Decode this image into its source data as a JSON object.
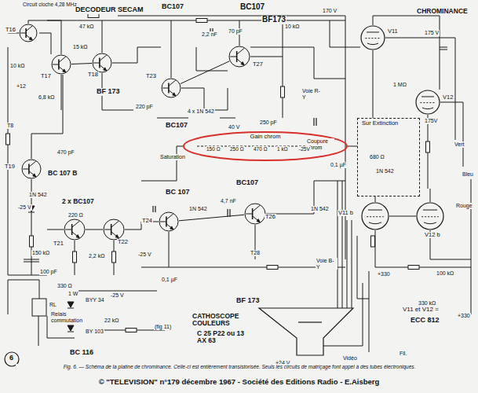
{
  "diagram": {
    "caption": "Fig. 6. — Schéma de la platine de chrominance. Celle-ci est entièrement transistorisée. Seuls les circuits de matriçage font appel à des tubes électroniques.",
    "nodes": [
      {
        "text": [
          "T16"
        ]
      },
      {
        "text": [
          "T17"
        ]
      },
      {
        "text": [
          "T18"
        ]
      },
      {
        "text": [
          "T19"
        ]
      },
      {
        "text": [
          "T21"
        ]
      },
      {
        "text": [
          "T22"
        ]
      },
      {
        "text": [
          "T23"
        ]
      },
      {
        "text": [
          "T27"
        ]
      },
      {
        "text": [
          "T24"
        ]
      },
      {
        "text": [
          "T26"
        ]
      },
      {
        "text": [
          "V11"
        ]
      },
      {
        "text": [
          "V12"
        ]
      },
      {
        "text": [
          "V11 b"
        ]
      },
      {
        "text": [
          "V12 b"
        ]
      },
      {
        "text": [
          "Gain chrom"
        ]
      },
      {
        "text": [
          "Sur Extinction"
        ]
      }
    ],
    "edges": [
      {
        "from": 1,
        "to": 2,
        "arrow": "none"
      },
      {
        "from": 4,
        "to": 5,
        "arrow": "none"
      },
      {
        "from": 8,
        "to": 9,
        "arrow": "none"
      },
      {
        "from": 12,
        "to": 13,
        "arrow": "none"
      },
      {
        "from": 6,
        "to": 7,
        "arrow": "none"
      }
    ],
    "labels": [
      "Circuit cloche 4,28 MHz",
      "DECODEUR SECAM",
      "CHROMINANCE",
      "BC107",
      "BC107",
      "BF173",
      "BF 173",
      "BC 107 B",
      "2 x BC107",
      "BC107",
      "4 x 1N 542",
      "BC 107",
      "BC107",
      "BF 173",
      "BC 116",
      "Relais commutation",
      "RL",
      "BYY 34",
      "BY 103",
      "330 Ω",
      "1 W",
      "Saturation",
      "Coupure chrom",
      "Voie R-Y",
      "Voie B-Y",
      "CATHOSCOPE COULEURS",
      "C 25 P22 ou 13 AX 63",
      "V11 et V12 =",
      "ECC 812",
      "Vidéo",
      "Fil.",
      "(fig 11)",
      "Vert",
      "Bleu",
      "Rouge",
      "+24 V",
      "-25 V",
      "-25 V",
      "-25 V",
      "+12",
      "1N 542",
      "1N 542",
      "1N 542",
      "1N 542",
      "150 kΩ",
      "100 pF",
      "470 pF",
      "15 kΩ",
      "47 kΩ",
      "10 kΩ",
      "6,8 kΩ",
      "220 Ω",
      "2,2 kΩ",
      "22 kΩ",
      "330 kΩ",
      "100 kΩ",
      "680 Ω",
      "1 MΩ",
      "170 V",
      "175 V",
      "175V",
      "4,7 nF",
      "0,1 µF",
      "0,1 µF",
      "250 pF",
      "2,2 nF",
      "70 pF",
      "220 pF",
      "40 V",
      "10 kΩ",
      "150 Ω",
      "250 Ω",
      "470 Ω",
      "1 kΩ",
      "-25V",
      "+330",
      "+330",
      "T8",
      "T28",
      "6",
      "© \"TELEVISION\" n°179  décembre 1967  - Société des Editions Radio - E.Aisberg"
    ]
  }
}
